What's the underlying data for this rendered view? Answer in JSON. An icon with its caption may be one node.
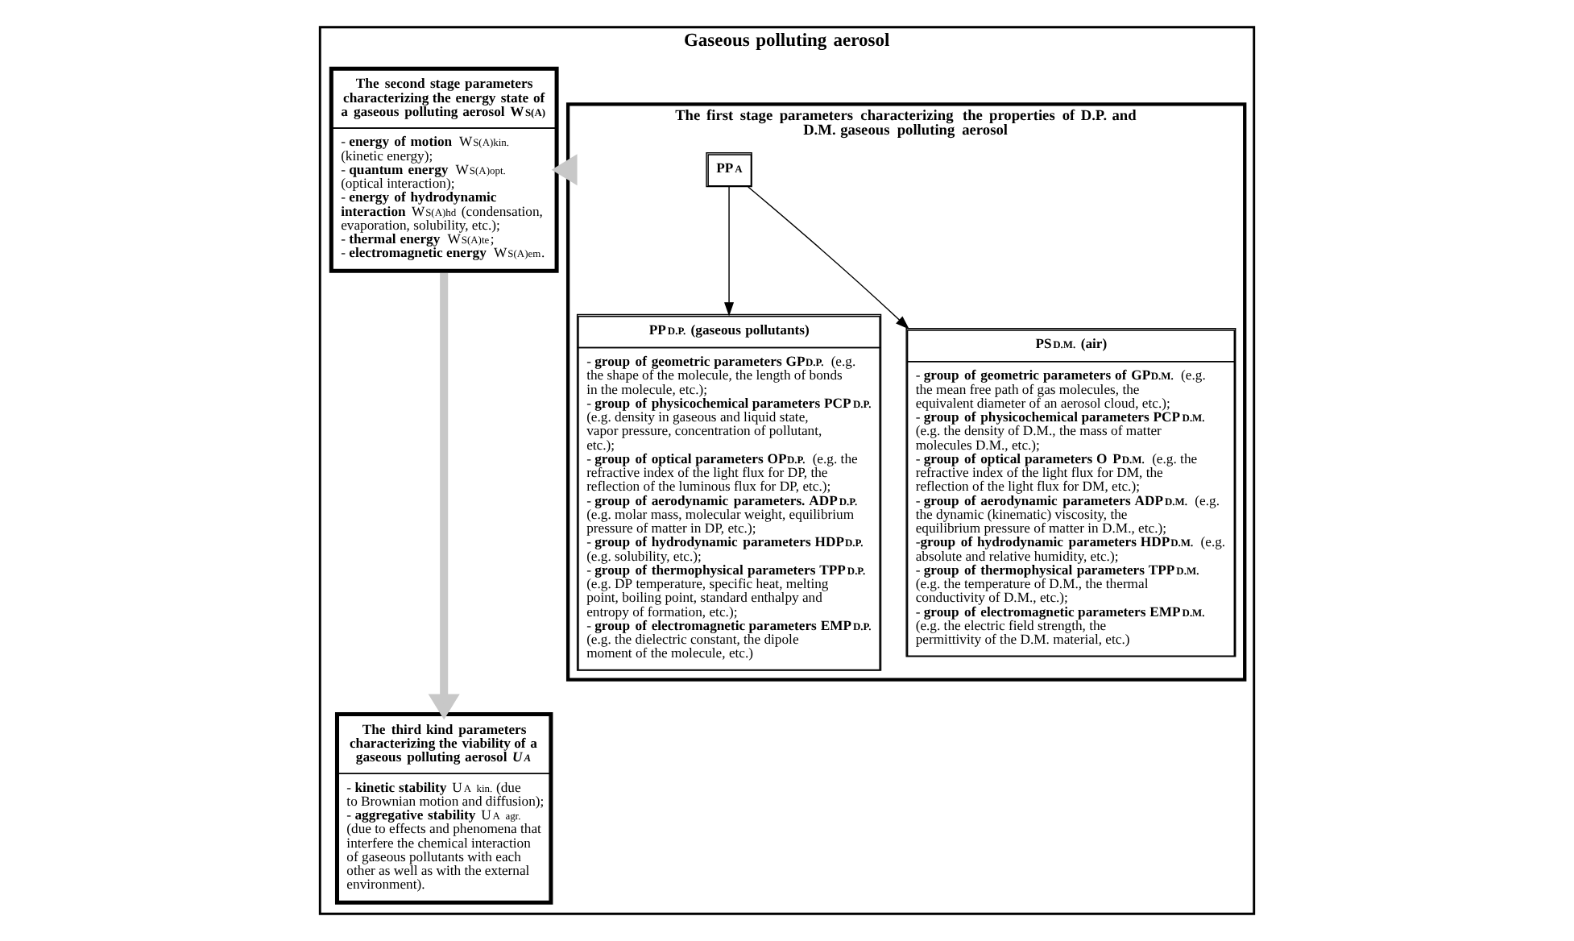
{
  "diagram": {
    "nodes": [
      {
        "text": [
          "Gaseous polluting aerosol"
        ]
      },
      {
        "text": [
          "The first stage parameters characterizing the properties of D.P. and D.M. gaseous polluting aerosol"
        ],
        "in": 0
      },
      {
        "text": [
          "PP$_{A}$"
        ],
        "in": 1
      },
      {
        "text": [
          "PP$_{D.P.}$ (gaseous pollutants)",
          "- **group of geometric parameters GP$_{D.P.}$** (e.g. the shape of the molecule, the length of bonds in the molecule, etc.);",
          "- **group of physicochemical parameters PCP$_{D.P.}$** (e.g. density in gaseous and liquid state, vapor pressure, concentration of pollutant, etc.);",
          "- **group of optical parameters OP$_{D.P.}$** (e.g. the refractive index of the light flux for DP, the reflection of the luminous flux for DP, etc.);",
          "- **group of aerodynamic parameters. ADP$_{D.P.}$** (e.g. molar mass, molecular weight, equilibrium pressure of matter in DP, etc.);",
          "- **group of hydrodynamic parameters HDP$_{D.P.}$** (e.g. solubility, etc.);",
          "- **group of thermophysical parameters TPP$_{D.P.}$** (e.g. DP temperature, specific heat, melting point, boiling point, standard enthalpy and entropy of formation, etc.);",
          "- **group of electromagnetic parameters EMP$_{D.P.}$** (e.g. the dielectric constant, the dipole moment of the molecule, etc.)"
        ],
        "in": 1
      },
      {
        "text": [
          "PS$_{D.M.}$ (air)",
          "- **group of geometric parameters of GP$_{D.M.}$** (e.g. the mean free path of gas molecules, the equivalent diameter of an aerosol cloud, etc.);",
          "- **group of physicochemical parameters PCP$_{D.M.}$** (e.g. the density of D.M., the mass of matter molecules D.M., etc.);",
          "- **group of optical parameters O P$_{D.M.}$** (e.g. the refractive index of the light flux for DM, the reflection of the light flux for DM, etc.);",
          "- **group of aerodynamic parameters ADP$_{D.M.}$** (e.g. the dynamic (kinematic) viscosity, the equilibrium pressure of matter in D.M., etc.);",
          "-**group of hydrodynamic parameters HDP$_{D.M.}$** (e.g. absolute and relative humidity, etc.);",
          "- **group of thermophysical parameters TPP$_{D.M.}$** (e.g. the temperature of D.M., the thermal conductivity of D.M., etc.);",
          "- **group of electromagnetic parameters EMP$_{D.M.}$** (e.g. the electric field strength, the permittivity of the D.M. material, etc.)"
        ],
        "in": 1
      },
      {
        "text": [
          "The second stage parameters characterizing the energy state of a gaseous polluting aerosol W$_{S(A)}$",
          "- **energy of motion** W$_{S(A)kin.}$ (kinetic energy);",
          "- **quantum energy** W$_{S(A)opt.}$ (optical interaction);",
          "- **energy of hydrodynamic interaction** W$_{S(A)hd}$ (condensation, evaporation, solubility, etc.);",
          "- **thermal energy** W$_{S(A)te}$;",
          "- **electromagnetic energy** W$_{S(A)em}$."
        ],
        "in": 0
      },
      {
        "text": [
          "The third kind parameters characterizing the viability of a gaseous polluting aerosol *U$_{A}$*",
          "- **kinetic stability** U$_{A kin.}$ (due to Brownian motion and diffusion);",
          "- **aggregative stability** U$_{A agr.}$ (due to effects and phenomena that interfere the chemical interaction of gaseous pollutants with each other as well as with the external environment)."
        ],
        "in": 0
      }
    ],
    "edges": [
      {
        "from": 2,
        "to": 3,
        "arrow": "to"
      },
      {
        "from": 2,
        "to": 4,
        "arrow": "to"
      },
      {
        "from": 1,
        "to": 5,
        "arrow": "to",
        "style": "thick",
        "color": "#c8c8c8"
      },
      {
        "from": 5,
        "to": 6,
        "arrow": "to",
        "style": "thick",
        "color": "#c8c8c8"
      }
    ]
  }
}
